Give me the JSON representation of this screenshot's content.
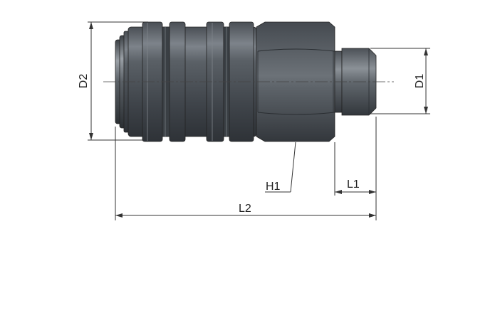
{
  "drawing": {
    "labels": {
      "d2": "D2",
      "d1": "D1",
      "h1": "H1",
      "l1": "L1",
      "l2": "L2"
    },
    "colors": {
      "body_dark": "#3b4045",
      "body_mid": "#5c6268",
      "body_light": "#8a9096",
      "highlight": "#a8adb2",
      "line": "#333333"
    }
  }
}
